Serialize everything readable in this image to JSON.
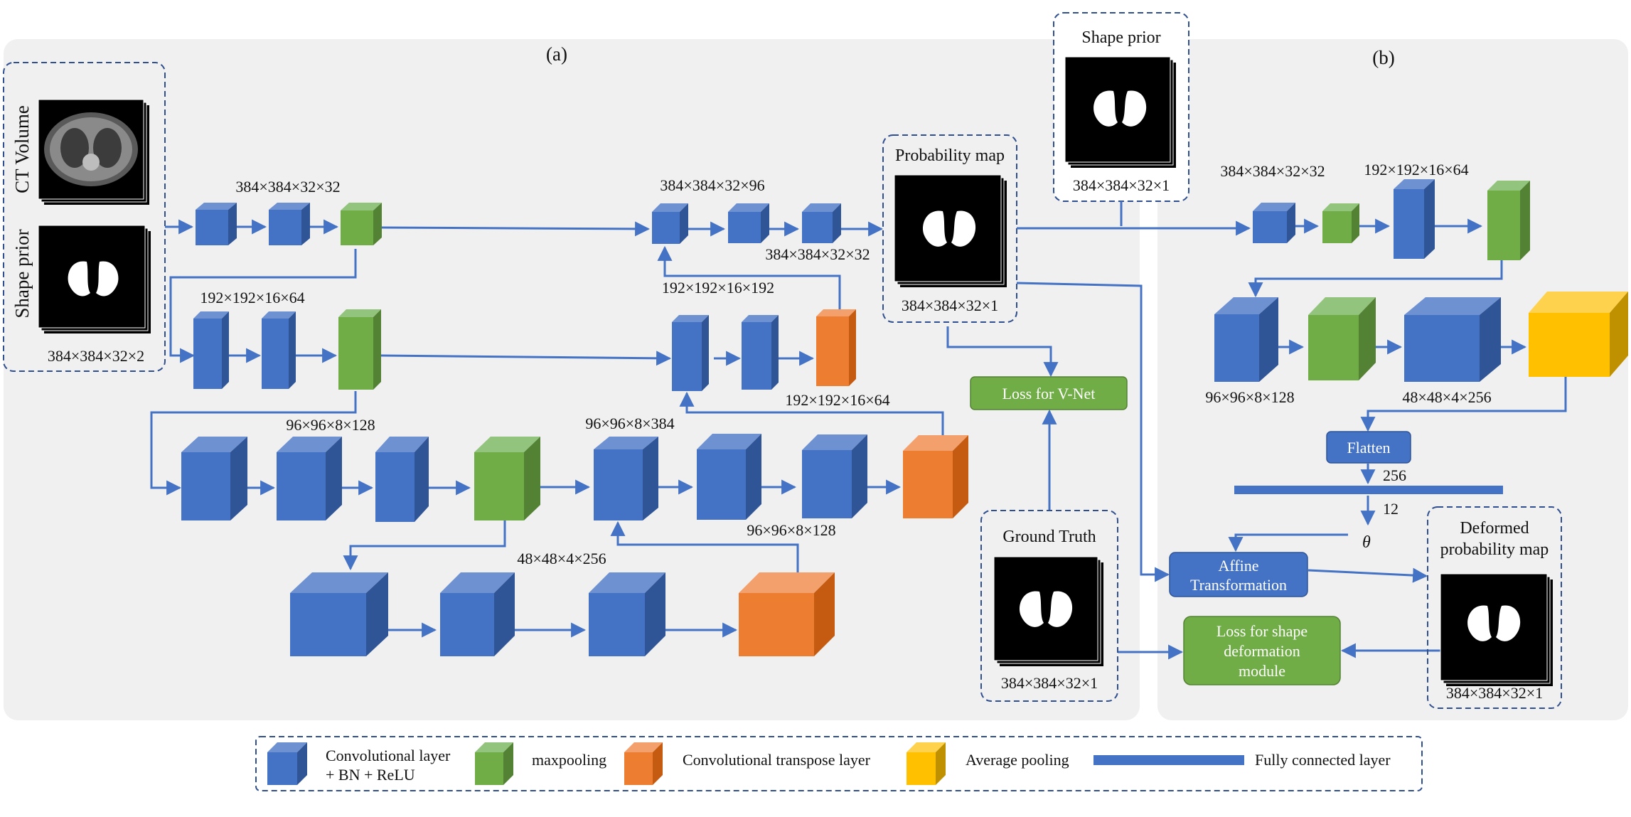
{
  "panel_a_title": "(a)",
  "panel_b_title": "(b)",
  "input": {
    "ct_volume": "CT Volume",
    "shape_prior": "Shape prior",
    "dims": "384×384×32×2"
  },
  "encoder": {
    "l1_dims": "384×384×32×32",
    "l2_dims": "192×192×16×64",
    "l3_dims": "96×96×8×128",
    "l4_dims": "48×48×4×256"
  },
  "decoder": {
    "d3_top_dims": "96×96×8×384",
    "d3_bot_dims": "96×96×8×128",
    "d2_top_dims": "192×192×16×192",
    "d2_bot_dims": "192×192×16×64",
    "d1_top_dims": "384×384×32×96",
    "d1_bot_dims": "384×384×32×32"
  },
  "prob_map": {
    "title": "Probability map",
    "dims": "384×384×32×1"
  },
  "loss_vnet": "Loss for V-Net",
  "ground_truth": {
    "title": "Ground Truth",
    "dims": "384×384×32×1"
  },
  "shape_prior_b": {
    "title": "Shape prior",
    "dims": "384×384×32×1"
  },
  "panel_b": {
    "r1_dims_a": "384×384×32×32",
    "r1_dims_b": "192×192×16×64",
    "r2_dims_a": "96×96×8×128",
    "r2_dims_b": "48×48×4×256",
    "flatten": "Flatten",
    "fc_256": "256",
    "fc_12": "12",
    "theta": "θ",
    "affine_line1": "Affine",
    "affine_line2": "Transformation",
    "loss_shape_line1": "Loss for shape",
    "loss_shape_line2": "deformation",
    "loss_shape_line3": "module"
  },
  "deformed": {
    "line1": "Deformed",
    "line2": "probability map",
    "dims": "384×384×32×1"
  },
  "legend": {
    "conv_line1": "Convolutional layer",
    "conv_line2": "+ BN + ReLU",
    "maxpool": "maxpooling",
    "transpose": "Convolutional transpose layer",
    "avgpool": "Average pooling",
    "fc": "Fully connected layer"
  },
  "colors": {
    "conv": "#4472c4",
    "maxpool": "#70ad47",
    "transpose": "#ed7d31",
    "avgpool": "#ffc000",
    "arrow": "#4472c4",
    "panel_bg": "#f0f0f0",
    "dashed": "#2f4f8f"
  }
}
